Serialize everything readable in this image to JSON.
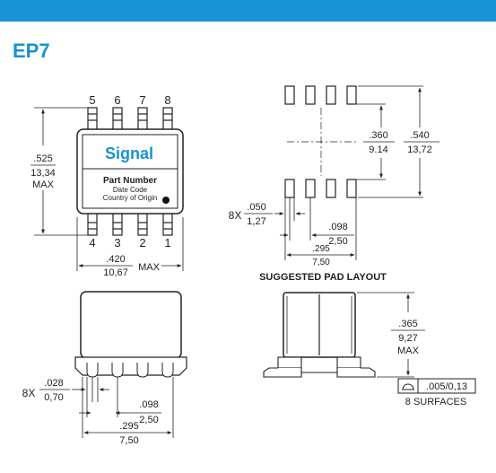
{
  "header": {
    "title": "EP7"
  },
  "top_view": {
    "pins_top": [
      "5",
      "6",
      "7",
      "8"
    ],
    "pins_bottom": [
      "4",
      "3",
      "2",
      "1"
    ],
    "brand": "Signal",
    "part_number": "Part Number",
    "date_code": "Date Code",
    "country": "Country of Origin",
    "height_in": ".525",
    "height_mm": "13,34",
    "height_max": "MAX",
    "width_in": ".420",
    "width_mm": "10,67",
    "width_max": "MAX"
  },
  "pad_layout": {
    "inner_in": ".360",
    "inner_mm": "9.14",
    "outer_in": ".540",
    "outer_mm": "13,72",
    "pad_count": "8X",
    "pad_w_in": ".050",
    "pad_w_mm": "1,27",
    "pitch_in": ".098",
    "pitch_mm": "2,50",
    "span_in": ".295",
    "span_mm": "7,50",
    "caption": "SUGGESTED PAD LAYOUT"
  },
  "front_view": {
    "lead_count": "8X",
    "lead_w_in": ".028",
    "lead_w_mm": "0,70",
    "pitch_in": ".098",
    "pitch_mm": "2,50",
    "span_in": ".295",
    "span_mm": "7,50"
  },
  "side_view": {
    "height_in": ".365",
    "height_mm": "9,27",
    "height_max": "MAX",
    "flatness": ".005/0,13",
    "surfaces": "8 SURFACES"
  }
}
